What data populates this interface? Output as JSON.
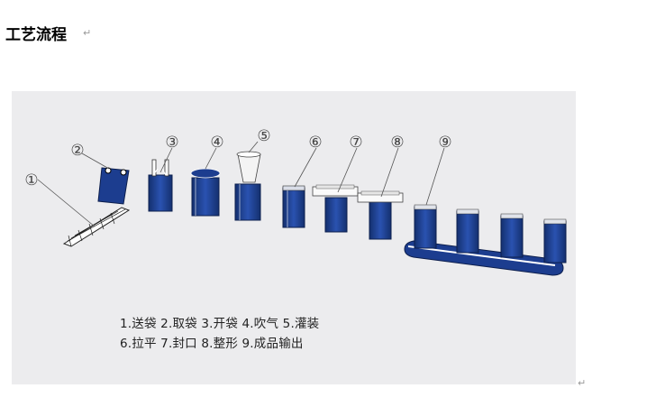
{
  "header": {
    "title": "工艺流程",
    "return_mark": "↵"
  },
  "figure": {
    "step_numbers": [
      "①",
      "②",
      "③",
      "④",
      "⑤",
      "⑥",
      "⑦",
      "⑧",
      "⑨"
    ],
    "legend": {
      "line1": "1.送袋 2.取袋 3.开袋 4.吹气 5.灌装",
      "line2": "6.拉平 7.封口 8.整形 9.成品输出"
    },
    "colors": {
      "bag_blue": "#1c3d8f",
      "background": "#ececee",
      "outline": "#333333"
    }
  },
  "trailing_mark": "↵"
}
